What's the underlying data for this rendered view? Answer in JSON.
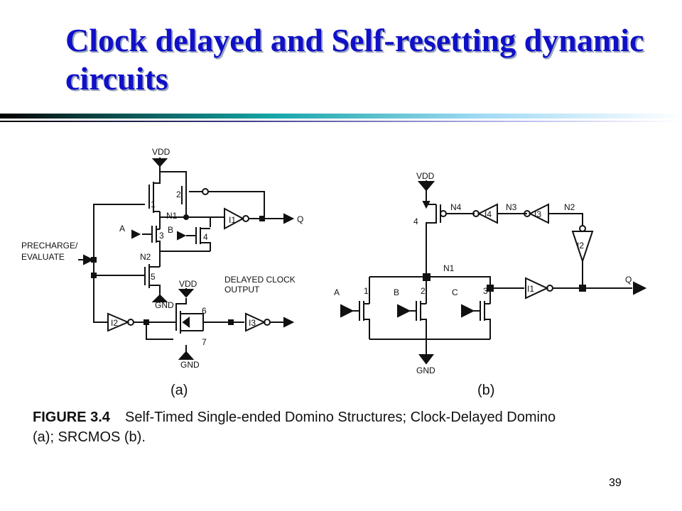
{
  "slide": {
    "title": "Clock delayed and Self-resetting dynamic circuits",
    "page_number": "39"
  },
  "figure": {
    "caption_label": "FIGURE 3.4",
    "caption_line1": "Self-Timed Single-ended Domino Structures; Clock-Delayed Domino",
    "caption_line2": "(a); SRCMOS (b).",
    "panel_a": {
      "label": "(a)",
      "vdd": "VDD",
      "gnd": "GND",
      "gnd2": "GND",
      "vdd2": "VDD",
      "precharge": "PRECHARGE/",
      "evaluate": "EVALUATE",
      "in_a": "A",
      "in_b": "B",
      "out_q": "Q",
      "delayed1": "DELAYED CLOCK",
      "delayed2": "OUTPUT",
      "n1": "N1",
      "n2": "N2",
      "i1": "I1",
      "i2": "I2",
      "i3": "I3",
      "t1": "1",
      "t2": "2",
      "t3": "3",
      "t4": "4",
      "t5": "5",
      "t6": "6",
      "t7": "7"
    },
    "panel_b": {
      "label": "(b)",
      "vdd": "VDD",
      "gnd": "GND",
      "in_a": "A",
      "in_b": "B",
      "in_c": "C",
      "out_q": "Q",
      "n1": "N1",
      "n2": "N2",
      "n3": "N3",
      "n4": "N4",
      "i1": "I1",
      "i2": "I2",
      "i3": "I3",
      "i4": "I4",
      "t1": "1",
      "t2": "2",
      "t3": "3",
      "t4": "4"
    }
  }
}
